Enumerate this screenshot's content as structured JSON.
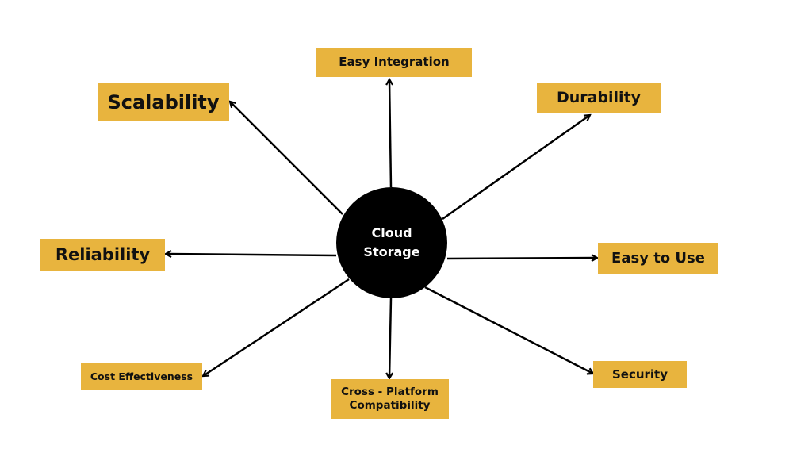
{
  "diagram": {
    "hub": {
      "line1": "Cloud",
      "line2": "Storage"
    },
    "nodes": {
      "easy_integration": "Easy Integration",
      "scalability": "Scalability",
      "durability": "Durability",
      "reliability": "Reliability",
      "easy_to_use": "Easy to Use",
      "cost_effectiveness": "Cost Effectiveness",
      "cross_platform_line1": "Cross - Platform",
      "cross_platform_line2": "Compatibility",
      "security": "Security"
    },
    "colors": {
      "box": "#E8B43E",
      "hub": "#000000",
      "arrow": "#000000"
    }
  }
}
